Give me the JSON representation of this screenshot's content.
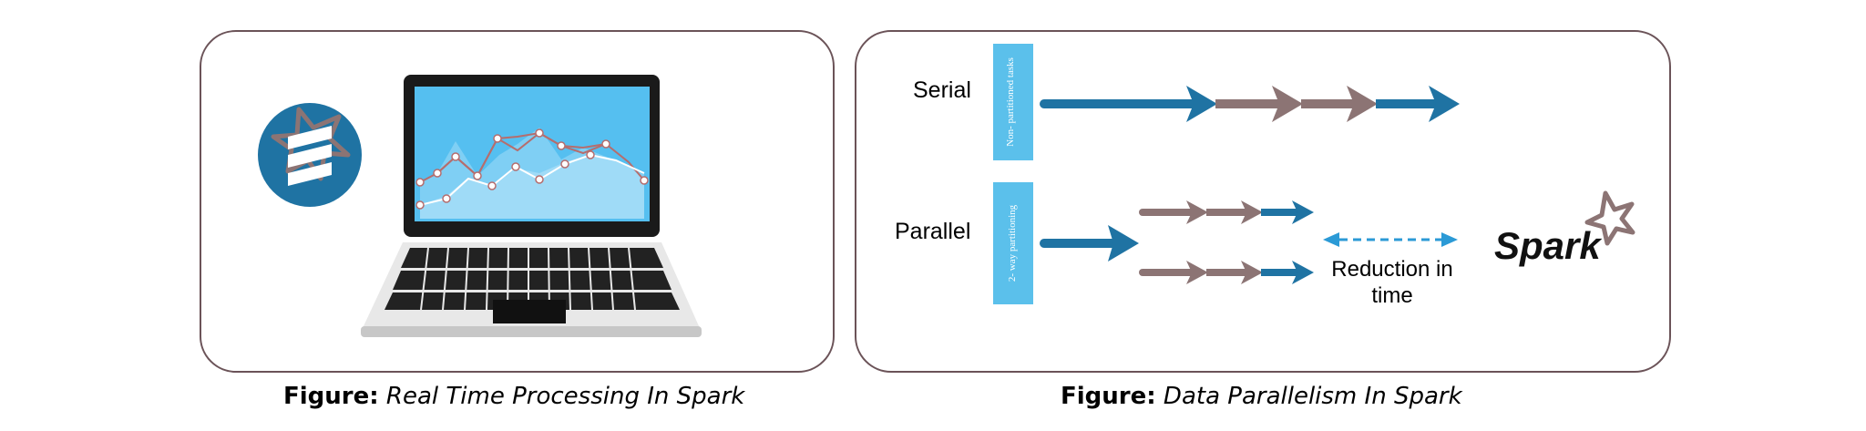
{
  "left_panel": {
    "caption_bold": "Figure:",
    "caption_italic": "Real Time Processing In Spark",
    "scala_logo_icon": "scala-logo-icon",
    "laptop_icon": "laptop-with-line-chart-icon"
  },
  "right_panel": {
    "caption_bold": "Figure:",
    "caption_italic": "Data Parallelism In Spark",
    "serial_label": "Serial",
    "parallel_label": "Parallel",
    "serial_box_text": "Non- partitioned tasks",
    "parallel_box_text": "2- way partitioning",
    "reduction_label_line1": "Reduction in",
    "reduction_label_line2": "time",
    "spark_logo_text": "Spark"
  },
  "colors": {
    "panel_border": "#6b5358",
    "blue_arrow": "#1f73a3",
    "mauve_arrow": "#8c7474",
    "partition_box": "#5bc0eb",
    "scala_circle": "#1f73a3",
    "screen": "#55bff0",
    "dashed_arrow": "#2b9ad6"
  }
}
